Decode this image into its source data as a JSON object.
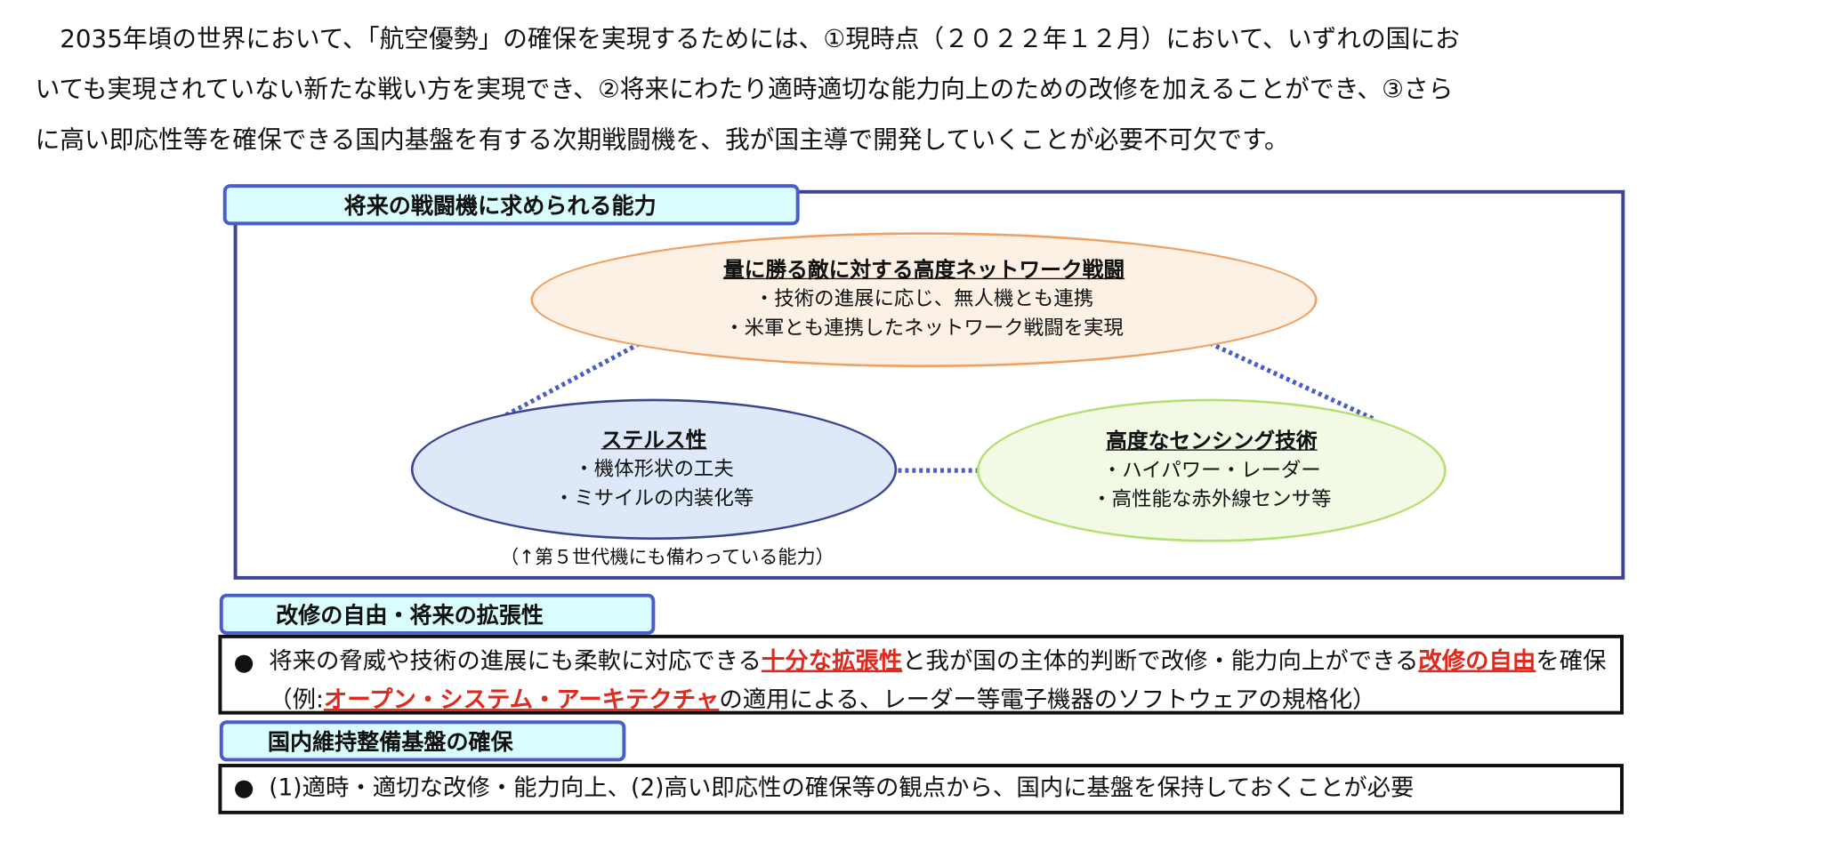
{
  "intro": {
    "line1": "　2035年頃の世界において、「航空優勢」の確保を実現するためには、①現時点（２０２２年１２月）において、いずれの国にお",
    "line2": "いても実現されていない新たな戦い方を実現でき、②将来にわたり適時適切な能力向上のための改修を加えることができ、③さら",
    "line3": "に高い即応性等を確保できる国内基盤を有する次期戦闘機を、我が国主導で開発していくことが必要不可欠です。"
  },
  "capabilities": {
    "header": "将来の戦闘機に求められる能力",
    "network": {
      "title": "量に勝る敵に対する高度ネットワーク戦闘",
      "items": [
        "・技術の進展に応じ、無人機とも連携",
        "・米軍とも連携したネットワーク戦闘を実現"
      ]
    },
    "stealth": {
      "title": "ステルス性",
      "items": [
        "・機体形状の工夫",
        "・ミサイルの内装化等"
      ]
    },
    "sensing": {
      "title": "高度なセンシング技術",
      "items": [
        "・ハイパワー・レーダー",
        "・高性能な赤外線センサ等"
      ]
    },
    "note": "（↑第５世代機にも備わっている能力）"
  },
  "expandability": {
    "header": "改修の自由・将来の拡張性",
    "bullet": "●",
    "parts": [
      "将来の脅威や技術の進展にも柔軟に対応できる",
      "十分な拡張性",
      "と我が国の主体的判断で改修・能力向上ができる",
      "改修の自由",
      "を確保（例:",
      "オープン・システム・アーキテクチャ",
      "の適用による、レーダー等電子機器のソフトウェアの規格化）"
    ]
  },
  "domestic": {
    "header": "国内維持整備基盤の確保",
    "bullet": "●",
    "text": "(1)適時・適切な改修・能力向上、(2)高い即応性の確保等の観点から、国内に基盤を保持しておくことが必要"
  },
  "colors": {
    "frame": "#3b4590",
    "tag_bg": "#d9fdfd",
    "highlight": "#e02a20",
    "dotted": "#4a5ec8"
  }
}
